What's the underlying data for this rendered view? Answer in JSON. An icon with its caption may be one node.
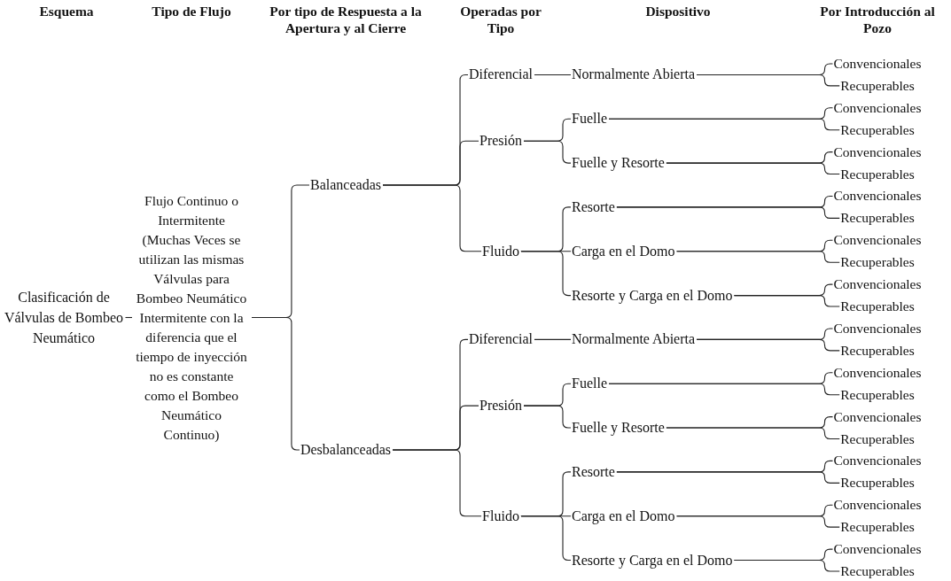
{
  "diagram": {
    "nodes": [
      {
        "text": [
          "Clasificación de Válvulas de Bombeo Neumático"
        ]
      },
      {
        "text": [
          "Flujo Continuo o Intermitente (Muchas Veces se utilizan las mismas Válvulas para Bombeo Neumático Intermitente con la diferencia que el tiempo de inyección no es constante como el Bombeo Neumático Continuo)"
        ]
      },
      {
        "text": [
          "Balanceadas"
        ]
      },
      {
        "text": [
          "Diferencial"
        ]
      },
      {
        "text": [
          "Normalmente Abierta"
        ]
      },
      {
        "text": [
          "Convencionales"
        ]
      },
      {
        "text": [
          "Recuperables"
        ]
      },
      {
        "text": [
          "Presión"
        ]
      },
      {
        "text": [
          "Fuelle"
        ]
      },
      {
        "text": [
          "Convencionales"
        ]
      },
      {
        "text": [
          "Recuperables"
        ]
      },
      {
        "text": [
          "Fuelle y Resorte"
        ]
      },
      {
        "text": [
          "Convencionales"
        ]
      },
      {
        "text": [
          "Recuperables"
        ]
      },
      {
        "text": [
          "Fluido"
        ]
      },
      {
        "text": [
          "Resorte"
        ]
      },
      {
        "text": [
          "Convencionales"
        ]
      },
      {
        "text": [
          "Recuperables"
        ]
      },
      {
        "text": [
          "Carga en el Domo"
        ]
      },
      {
        "text": [
          "Convencionales"
        ]
      },
      {
        "text": [
          "Recuperables"
        ]
      },
      {
        "text": [
          "Resorte y Carga en el Domo"
        ]
      },
      {
        "text": [
          "Convencionales"
        ]
      },
      {
        "text": [
          "Recuperables"
        ]
      },
      {
        "text": [
          "Desbalanceadas"
        ]
      },
      {
        "text": [
          "Diferencial"
        ]
      },
      {
        "text": [
          "Normalmente Abierta"
        ]
      },
      {
        "text": [
          "Convencionales"
        ]
      },
      {
        "text": [
          "Recuperables"
        ]
      },
      {
        "text": [
          "Presión"
        ]
      },
      {
        "text": [
          "Fuelle"
        ]
      },
      {
        "text": [
          "Convencionales"
        ]
      },
      {
        "text": [
          "Recuperables"
        ]
      },
      {
        "text": [
          "Fuelle y Resorte"
        ]
      },
      {
        "text": [
          "Convencionales"
        ]
      },
      {
        "text": [
          "Recuperables"
        ]
      },
      {
        "text": [
          "Fluido"
        ]
      },
      {
        "text": [
          "Resorte"
        ]
      },
      {
        "text": [
          "Convencionales"
        ]
      },
      {
        "text": [
          "Recuperables"
        ]
      },
      {
        "text": [
          "Carga en el Domo"
        ]
      },
      {
        "text": [
          "Convencionales"
        ]
      },
      {
        "text": [
          "Recuperables"
        ]
      },
      {
        "text": [
          "Resorte y Carga en el Domo"
        ]
      },
      {
        "text": [
          "Convencionales"
        ]
      },
      {
        "text": [
          "Recuperables"
        ]
      }
    ],
    "edges": [
      {
        "from": 0,
        "to": 1,
        "arrow": "none"
      },
      {
        "from": 1,
        "to": 2,
        "arrow": "none"
      },
      {
        "from": 1,
        "to": 24,
        "arrow": "none"
      },
      {
        "from": 2,
        "to": 3,
        "arrow": "none"
      },
      {
        "from": 2,
        "to": 7,
        "arrow": "none"
      },
      {
        "from": 2,
        "to": 14,
        "arrow": "none"
      },
      {
        "from": 3,
        "to": 4,
        "arrow": "none"
      },
      {
        "from": 4,
        "to": 5,
        "arrow": "none"
      },
      {
        "from": 4,
        "to": 6,
        "arrow": "none"
      },
      {
        "from": 7,
        "to": 8,
        "arrow": "none"
      },
      {
        "from": 7,
        "to": 11,
        "arrow": "none"
      },
      {
        "from": 8,
        "to": 9,
        "arrow": "none"
      },
      {
        "from": 8,
        "to": 10,
        "arrow": "none"
      },
      {
        "from": 11,
        "to": 12,
        "arrow": "none"
      },
      {
        "from": 11,
        "to": 13,
        "arrow": "none"
      },
      {
        "from": 14,
        "to": 15,
        "arrow": "none"
      },
      {
        "from": 14,
        "to": 18,
        "arrow": "none"
      },
      {
        "from": 14,
        "to": 21,
        "arrow": "none"
      },
      {
        "from": 15,
        "to": 16,
        "arrow": "none"
      },
      {
        "from": 15,
        "to": 17,
        "arrow": "none"
      },
      {
        "from": 18,
        "to": 19,
        "arrow": "none"
      },
      {
        "from": 18,
        "to": 20,
        "arrow": "none"
      },
      {
        "from": 21,
        "to": 22,
        "arrow": "none"
      },
      {
        "from": 21,
        "to": 23,
        "arrow": "none"
      },
      {
        "from": 24,
        "to": 25,
        "arrow": "none"
      },
      {
        "from": 24,
        "to": 29,
        "arrow": "none"
      },
      {
        "from": 24,
        "to": 36,
        "arrow": "none"
      },
      {
        "from": 25,
        "to": 26,
        "arrow": "none"
      },
      {
        "from": 26,
        "to": 27,
        "arrow": "none"
      },
      {
        "from": 26,
        "to": 28,
        "arrow": "none"
      },
      {
        "from": 29,
        "to": 30,
        "arrow": "none"
      },
      {
        "from": 29,
        "to": 33,
        "arrow": "none"
      },
      {
        "from": 30,
        "to": 31,
        "arrow": "none"
      },
      {
        "from": 30,
        "to": 32,
        "arrow": "none"
      },
      {
        "from": 33,
        "to": 34,
        "arrow": "none"
      },
      {
        "from": 33,
        "to": 35,
        "arrow": "none"
      },
      {
        "from": 36,
        "to": 37,
        "arrow": "none"
      },
      {
        "from": 36,
        "to": 40,
        "arrow": "none"
      },
      {
        "from": 36,
        "to": 43,
        "arrow": "none"
      },
      {
        "from": 37,
        "to": 38,
        "arrow": "none"
      },
      {
        "from": 37,
        "to": 39,
        "arrow": "none"
      },
      {
        "from": 40,
        "to": 41,
        "arrow": "none"
      },
      {
        "from": 40,
        "to": 42,
        "arrow": "none"
      },
      {
        "from": 43,
        "to": 44,
        "arrow": "none"
      },
      {
        "from": 43,
        "to": 45,
        "arrow": "none"
      }
    ],
    "labels": [
      "Esquema",
      "Tipo de Flujo",
      "Por tipo de Respuesta a la Apertura y al Cierre",
      "Operadas por Tipo",
      "Dispositivo",
      "Por Introducción al Pozo"
    ]
  }
}
